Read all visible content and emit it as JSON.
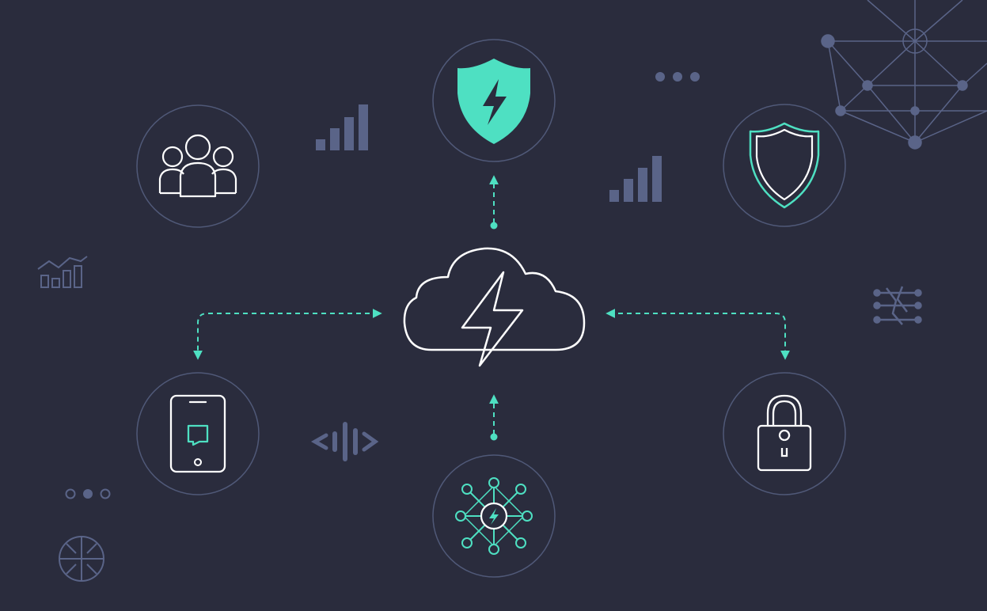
{
  "colors": {
    "background": "#2a2c3d",
    "accent": "#4ee0c2",
    "outline": "#ffffff",
    "muted": "#5a6488",
    "ring": "#505978"
  },
  "diagram": {
    "center": {
      "icon": "cloud-lightning-icon"
    },
    "nodes": [
      {
        "id": "top",
        "icon": "shield-lightning-icon"
      },
      {
        "id": "top-left",
        "icon": "users-group-icon"
      },
      {
        "id": "top-right",
        "icon": "shield-outline-icon"
      },
      {
        "id": "bottom-left",
        "icon": "tablet-chat-icon"
      },
      {
        "id": "bottom",
        "icon": "network-hub-icon"
      },
      {
        "id": "bottom-right",
        "icon": "padlock-icon"
      }
    ],
    "connectors": [
      {
        "from": "center",
        "to": "top",
        "style": "dashed-arrow"
      },
      {
        "from": "bottom",
        "to": "center",
        "style": "dashed-arrow"
      },
      {
        "from": "center",
        "to": "bottom-left",
        "style": "dashed-arrow"
      },
      {
        "from": "center",
        "to": "bottom-right",
        "style": "dashed-arrow"
      }
    ],
    "decorations": [
      "bar-chart-icon",
      "bar-chart-icon",
      "line-bar-chart-icon",
      "dots-icon",
      "dots-icon",
      "mesh-network-icon",
      "circuit-icon",
      "audio-wave-icon",
      "radar-icon"
    ]
  }
}
